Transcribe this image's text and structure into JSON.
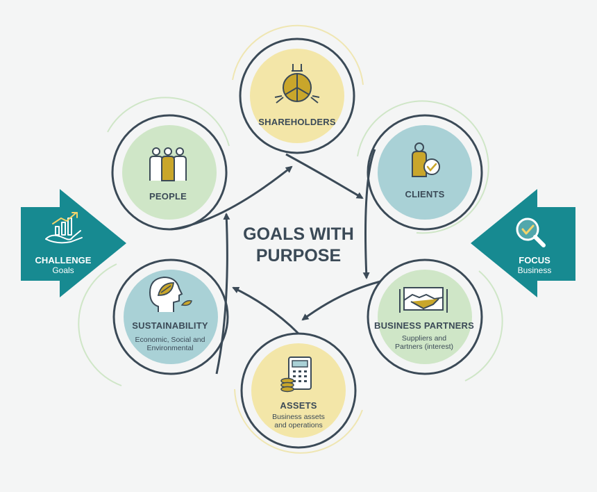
{
  "center": {
    "line1": "GOALS WITH",
    "line2": "PURPOSE"
  },
  "challenge": {
    "title": "CHALLENGE",
    "subtitle": "Goals"
  },
  "focus": {
    "title": "FOCUS",
    "subtitle": "Business"
  },
  "nodes": {
    "shareholders": {
      "title": "SHAREHOLDERS"
    },
    "clients": {
      "title": "CLIENTS"
    },
    "business_partners": {
      "title": "BUSINESS PARTNERS",
      "sub1": "Suppliers and",
      "sub2": "Partners (interest)"
    },
    "assets": {
      "title": "ASSETS",
      "sub1": "Business assets",
      "sub2": "and operations"
    },
    "sustainability": {
      "title": "SUSTAINABILITY",
      "sub1": "Economic, Social and",
      "sub2": "Environmental"
    },
    "people": {
      "title": "PEOPLE"
    }
  },
  "colors": {
    "teal": "#178a91",
    "yellow": "#f3e6a8",
    "teal_light": "#a9d1d6",
    "green_light": "#cfe6c7",
    "dark": "#3b4a57",
    "gold": "#c9a62b"
  }
}
